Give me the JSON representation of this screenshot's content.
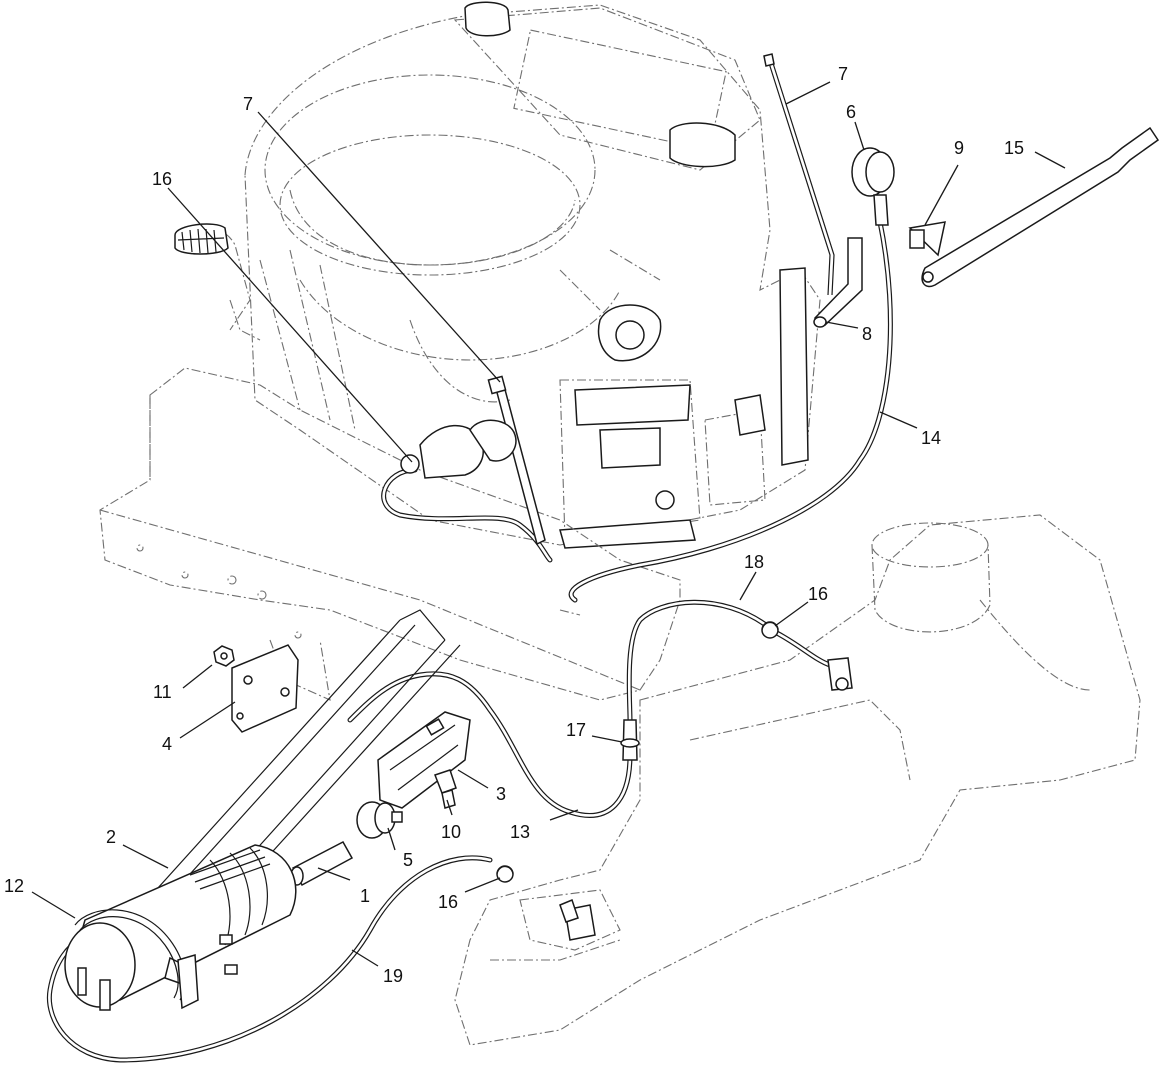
{
  "callouts": {
    "c1": "1",
    "c2": "2",
    "c3": "3",
    "c4": "4",
    "c5": "5",
    "c6": "6",
    "c7a": "7",
    "c7b": "7",
    "c8": "8",
    "c9": "9",
    "c10": "10",
    "c11": "11",
    "c12": "12",
    "c13": "13",
    "c14": "14",
    "c15": "15",
    "c16a": "16",
    "c16b": "16",
    "c16c": "16",
    "c17": "17",
    "c18": "18",
    "c19": "19"
  },
  "colors": {
    "line": "#1a1a1a",
    "ghost": "#6f6f6f",
    "background": "#ffffff"
  }
}
